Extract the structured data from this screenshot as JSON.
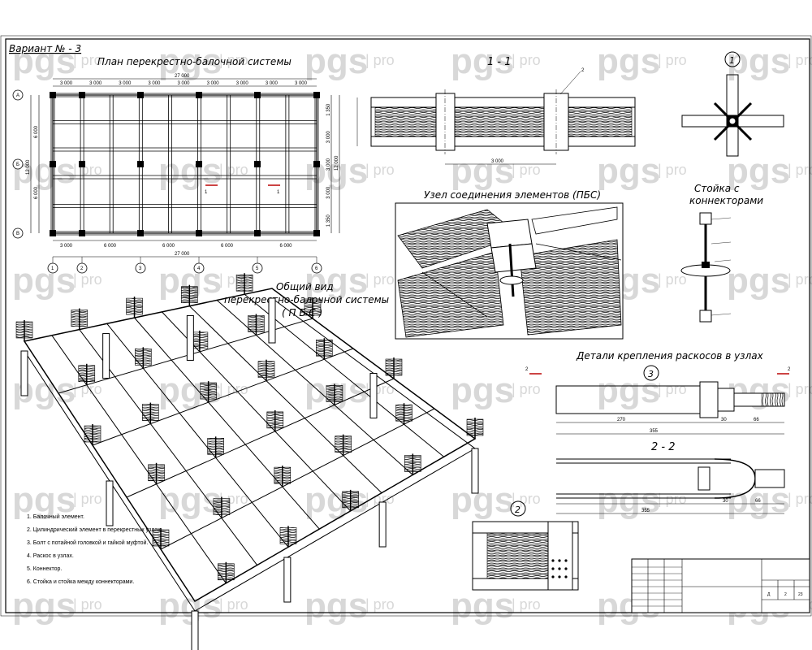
{
  "sheet": {
    "variant": "Вариант № - 3",
    "watermark": {
      "main": "pgs",
      "sub": "pro"
    }
  },
  "plan": {
    "title": "План перекрестно-балочной системы",
    "total_length": "27 000",
    "top_dims": [
      "3 000",
      "3 000",
      "3 000",
      "3 000",
      "3 000",
      "3 000",
      "3 000",
      "3 000",
      "3 000"
    ],
    "bottom_dims": [
      "3 000",
      "6 000",
      "6 000",
      "6 000",
      "6 000"
    ],
    "left_dims": [
      "6 000",
      "6 000"
    ],
    "left_total": "12 000",
    "right_dims": [
      "1 350",
      "3 000",
      "3 000",
      "3 000",
      "1 350"
    ],
    "right_total": "12 000",
    "col_axes": [
      "1",
      "2",
      "3",
      "4",
      "5",
      "6"
    ],
    "row_axes": [
      "А",
      "Б",
      "В"
    ],
    "section_mark": "1"
  },
  "section11": {
    "title": "1 - 1",
    "dim": "3 000",
    "callout": "2"
  },
  "node1": {
    "title": "1"
  },
  "column": {
    "title_l1": "Стойка с",
    "title_l2": "коннекторами"
  },
  "node_view": {
    "title": "Узел соединения элементов (ПБС)"
  },
  "general": {
    "title_l1": "Общий вид",
    "title_l2": "перекрестно-балочной системы",
    "title_l3": "( П Б С )"
  },
  "details": {
    "title": "Детали крепления раскосов в узлах",
    "node_mark": "3",
    "sec_mark": "2",
    "section22": "2 - 2",
    "dims_a": [
      "270",
      "355",
      "30",
      "66"
    ],
    "dims_b": [
      "355",
      "30",
      "66"
    ]
  },
  "detail2": {
    "title": "2"
  },
  "notes": [
    "1. Балочный элемент.",
    "2. Цилиндрический элемент в перекрестных узлах.",
    "3. Болт с потайной головкой и гайкой муфтой.",
    "4. Раскос в узлах.",
    "5. Коннектор.",
    "6. Стойка и стойка между коннекторами."
  ],
  "stamp": {
    "stage": "Д",
    "sheet": "2",
    "sheets": "23"
  },
  "icons": {
    "detail_circle": "circle-marker-icon",
    "axis": "axis-bubble-icon"
  }
}
